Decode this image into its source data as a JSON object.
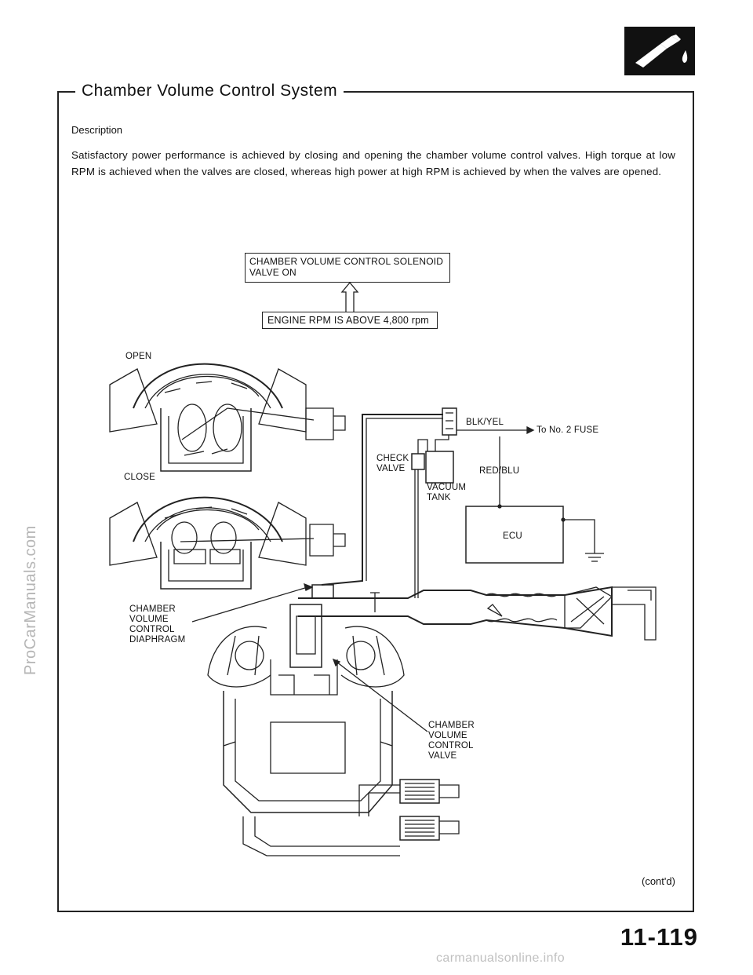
{
  "page": {
    "section_title": "Chamber Volume Control System",
    "description_heading": "Description",
    "description_text": "Satisfactory power performance is achieved by closing and opening the chamber volume control valves. High torque at low RPM is achieved when the valves are closed, whereas high power at high RPM is achieved by when the valves are opened.",
    "page_number": "11-119",
    "contd": "(cont'd)"
  },
  "diagram": {
    "box_top_line1": "CHAMBER VOLUME CONTROL SOLENOID",
    "box_top_line2": "VALVE ON",
    "box_condition": "ENGINE RPM IS ABOVE 4,800 rpm",
    "label_open": "OPEN",
    "label_close": "CLOSE",
    "label_blk_yel": "BLK/YEL",
    "label_fuse": "To No. 2 FUSE",
    "label_check_1": "CHECK",
    "label_check_2": "VALVE",
    "label_red_blu": "RED/BLU",
    "label_vacuum_1": "VACUUM",
    "label_vacuum_2": "TANK",
    "label_ecu": "ECU",
    "label_diaphragm_1": "CHAMBER",
    "label_diaphragm_2": "VOLUME",
    "label_diaphragm_3": "CONTROL",
    "label_diaphragm_4": "DIAPHRAGM",
    "label_valve_1": "CHAMBER",
    "label_valve_2": "VOLUME",
    "label_valve_3": "CONTROL",
    "label_valve_4": "VALVE"
  },
  "watermarks": {
    "side": "ProCarManuals.com",
    "bottom": "carmanualsonline.info"
  },
  "icons": {
    "header_icon": "fuel-nozzle-icon"
  }
}
